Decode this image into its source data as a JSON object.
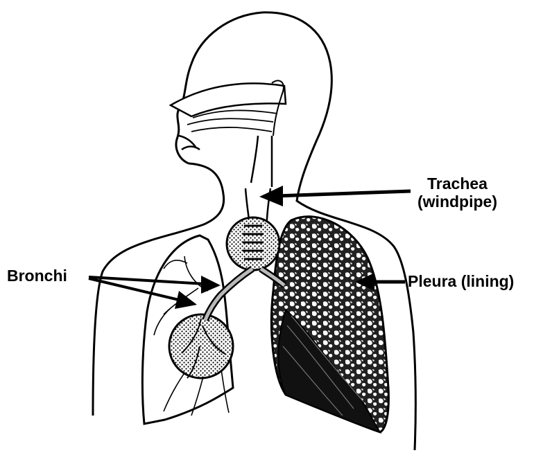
{
  "labels": {
    "trachea_line1": "Trachea",
    "trachea_line2": "(windpipe)",
    "bronchi": "Bronchi",
    "pleura": "Pleura (lining)"
  },
  "colors": {
    "ink": "#000000",
    "background": "#ffffff",
    "shading": "#b9b9b9"
  }
}
